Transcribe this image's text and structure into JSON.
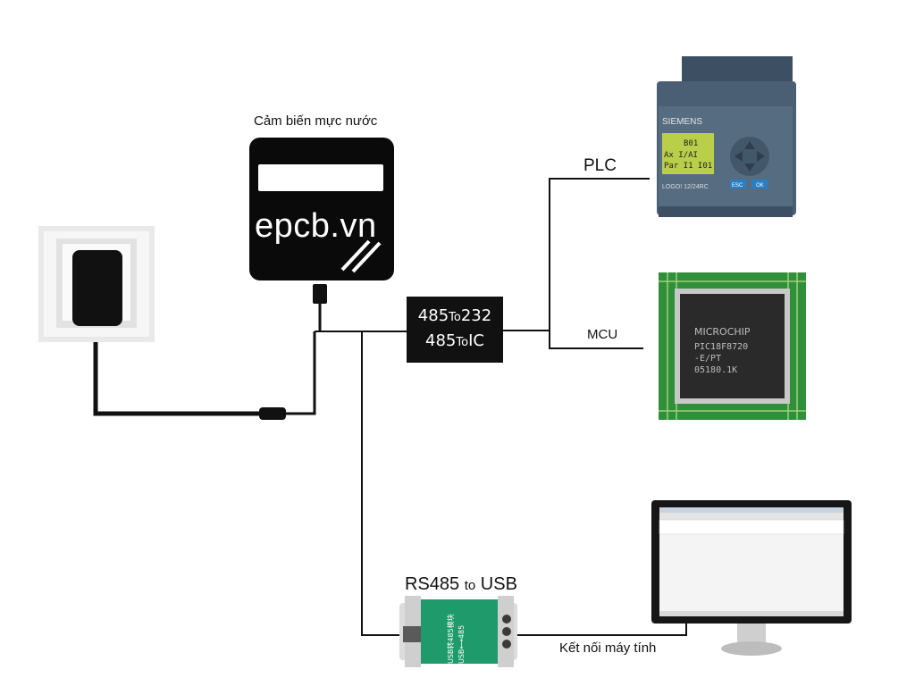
{
  "labels": {
    "sensor_title": "Cảm biến mực nước",
    "sensor_brand": "epcb.vn",
    "converter_line1_a": "485",
    "converter_line1_to": "To",
    "converter_line1_b": "232",
    "converter_line2_a": "485",
    "converter_line2_to": "To",
    "converter_line2_b": "IC",
    "plc": "PLC",
    "mcu": "MCU",
    "usb_module_a": "RS485 ",
    "usb_module_to": "to",
    "usb_module_b": " USB",
    "computer": "Kết nối máy tính"
  },
  "device_text": {
    "plc_brand": "SIEMENS",
    "plc_screen_1": "B01",
    "plc_screen_2": "Ax I/AI",
    "plc_screen_3": "Par I1 I01",
    "plc_model": "LOGO! 12/24RC",
    "plc_esc": "ESC",
    "plc_ok": "OK",
    "chip_brand": "MICROCHIP",
    "chip_part": "PIC18F8720",
    "chip_line2": "-E/PT",
    "chip_line3": "05180.1K",
    "usb_mod_label": "USB转485模块",
    "usb_mod_sub": "USB⟷485"
  },
  "colors": {
    "wire": "#111111",
    "pcb_green": "#2f8f3a",
    "plc_body": "#4a5f73",
    "plc_screen": "#b9cf4a",
    "usb_green": "#1f9a6a"
  }
}
